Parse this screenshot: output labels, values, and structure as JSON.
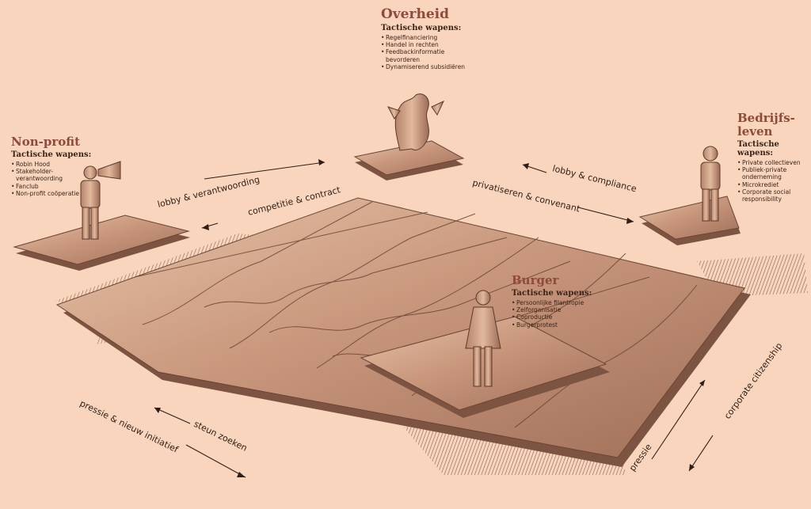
{
  "actors": {
    "overheid": {
      "title": "Overheid",
      "subtitle": "Tactische wapens:",
      "items": [
        "Regelfinanciering",
        "Handel in rechten",
        "Feedbackinformatie bevorderen",
        "Dynamiserend subsidiëren"
      ]
    },
    "nonprofit": {
      "title": "Non-profit",
      "subtitle": "Tactische wapens:",
      "items": [
        "Robin Hood",
        "Stakeholder-verantwoording",
        "Fanclub",
        "Non-profit coöperatie"
      ]
    },
    "bedrijfsleven": {
      "title_line1": "Bedrijfs-",
      "title_line2": "leven",
      "subtitle": "Tactische wapens:",
      "items": [
        "Private collectieven",
        "Publiek-private onderneming",
        "Microkrediet",
        "Corporate social responsibility"
      ]
    },
    "burger": {
      "title": "Burger",
      "subtitle": "Tactische wapens:",
      "items": [
        "Persoonlijke filantropie",
        "Zelforganisatie",
        "Coproductie",
        "Burgerprotest"
      ]
    }
  },
  "relations": {
    "lobby_verantwoording": "lobby & verantwoording",
    "competitie_contract": "competitie & contract",
    "privatiseren_convenant": "privatiseren & convenant",
    "lobby_compliance": "lobby & compliance",
    "pressie_initiatief": "pressie & nieuw initiatief",
    "steun_zoeken": "steun zoeken",
    "corporate_citizenship": "corporate citizenship",
    "pressie": "pressie"
  },
  "icons": {
    "nonprofit": "person-megaphone-icon",
    "overheid": "lion-icon",
    "bedrijfsleven": "businessman-icon",
    "burger": "woman-icon"
  },
  "colors": {
    "background": "#f9d5bd",
    "puzzle": "#c79a7d",
    "puzzle_edge": "#7d5442",
    "shadow": "#8a4b4f",
    "title": "#8f4a3c",
    "text": "#3a2418"
  }
}
